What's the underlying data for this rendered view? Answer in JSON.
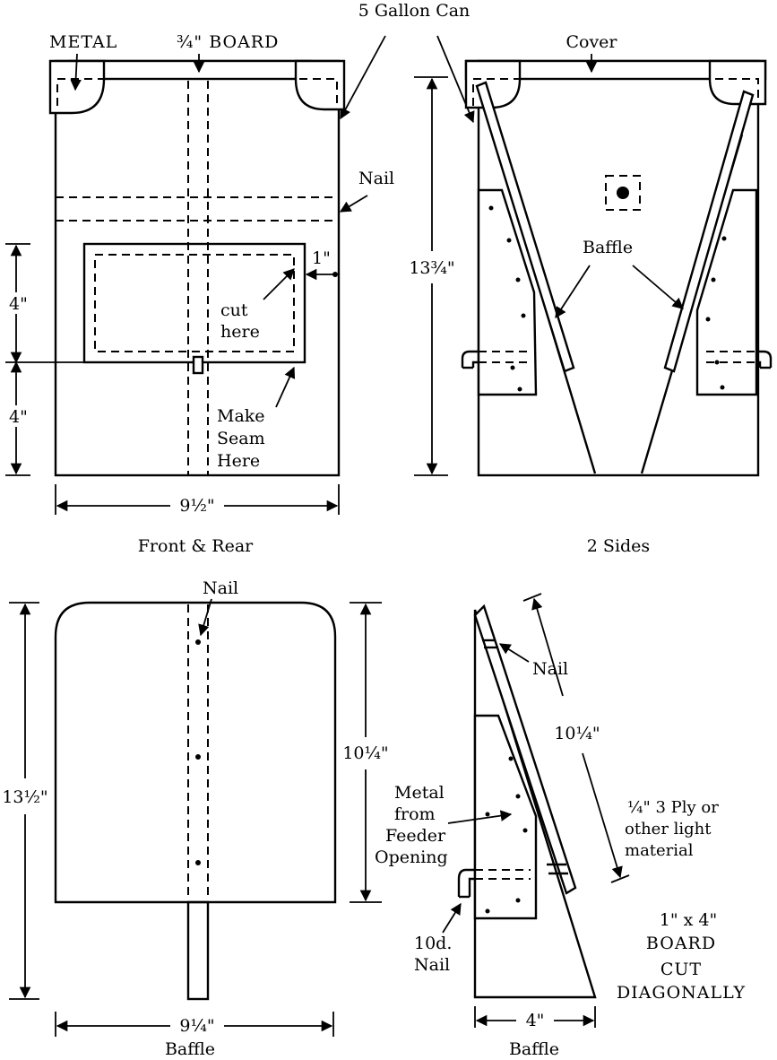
{
  "title": "5 Gallon Can",
  "front": {
    "metal_label": "METAL",
    "board_label": "¾\" BOARD",
    "nail_label": "Nail",
    "one_inch": "1\"",
    "cut_here": [
      "cut",
      "here"
    ],
    "make_seam": [
      "Make",
      "Seam",
      "Here"
    ],
    "dim_4_top": "4\"",
    "dim_4_bottom": "4\"",
    "dim_width": "9½\"",
    "caption": "Front & Rear"
  },
  "sides": {
    "cover_label": "Cover",
    "baffle_label": "Baffle",
    "dim_height": "13¾\"",
    "caption": "2 Sides"
  },
  "baffle_front": {
    "nail_label": "Nail",
    "dim_height_total": "13½\"",
    "dim_height_board": "10¼\"",
    "dim_width": "9¼\"",
    "caption": "Baffle"
  },
  "baffle_side": {
    "nail_label": "Nail",
    "dim_length": "10¼\"",
    "ply_label": [
      "¼\" 3 Ply or",
      "other light",
      "material"
    ],
    "metal_label": [
      "Metal",
      "from",
      "Feeder",
      "Opening"
    ],
    "nail10d_label": [
      "10d.",
      "Nail"
    ],
    "board_label": [
      "1\" x 4\"",
      "BOARD",
      "CUT",
      "DIAGONALLY"
    ],
    "dim_width": "4\"",
    "caption": "Baffle"
  }
}
